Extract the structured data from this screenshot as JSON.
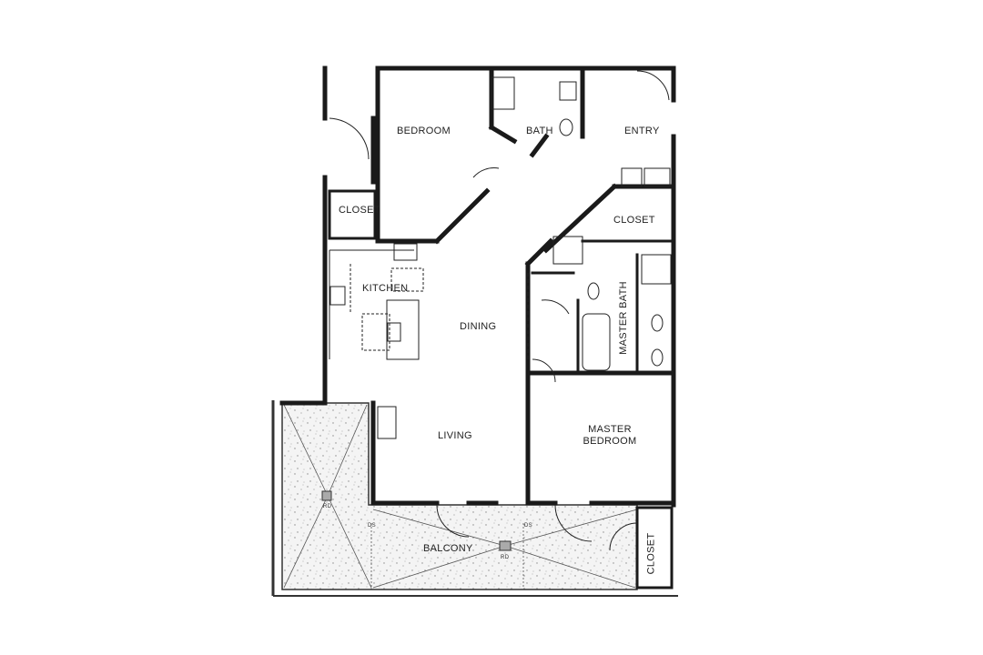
{
  "rooms": {
    "bedroom": "BEDROOM",
    "bath": "BATH",
    "entry": "ENTRY",
    "closet_left": "CLOSET",
    "closet_center": "CLOSET",
    "closet_balcony": "CLOSET",
    "kitchen": "KITCHEN",
    "dining": "DINING",
    "master_bath": "MASTER BATH",
    "living": "LIVING",
    "master_bedroom_line1": "MASTER",
    "master_bedroom_line2": "BEDROOM",
    "balcony": "BALCONY"
  },
  "fixtures": {
    "roof_drain_left": "RD",
    "roof_drain_center": "RD",
    "downspout_left": "DS",
    "downspout_right": "DS"
  },
  "colors": {
    "wall": "#1a1a1a",
    "balcony_fill": "#f1f1f1",
    "speckle": "#8a8a8a"
  }
}
